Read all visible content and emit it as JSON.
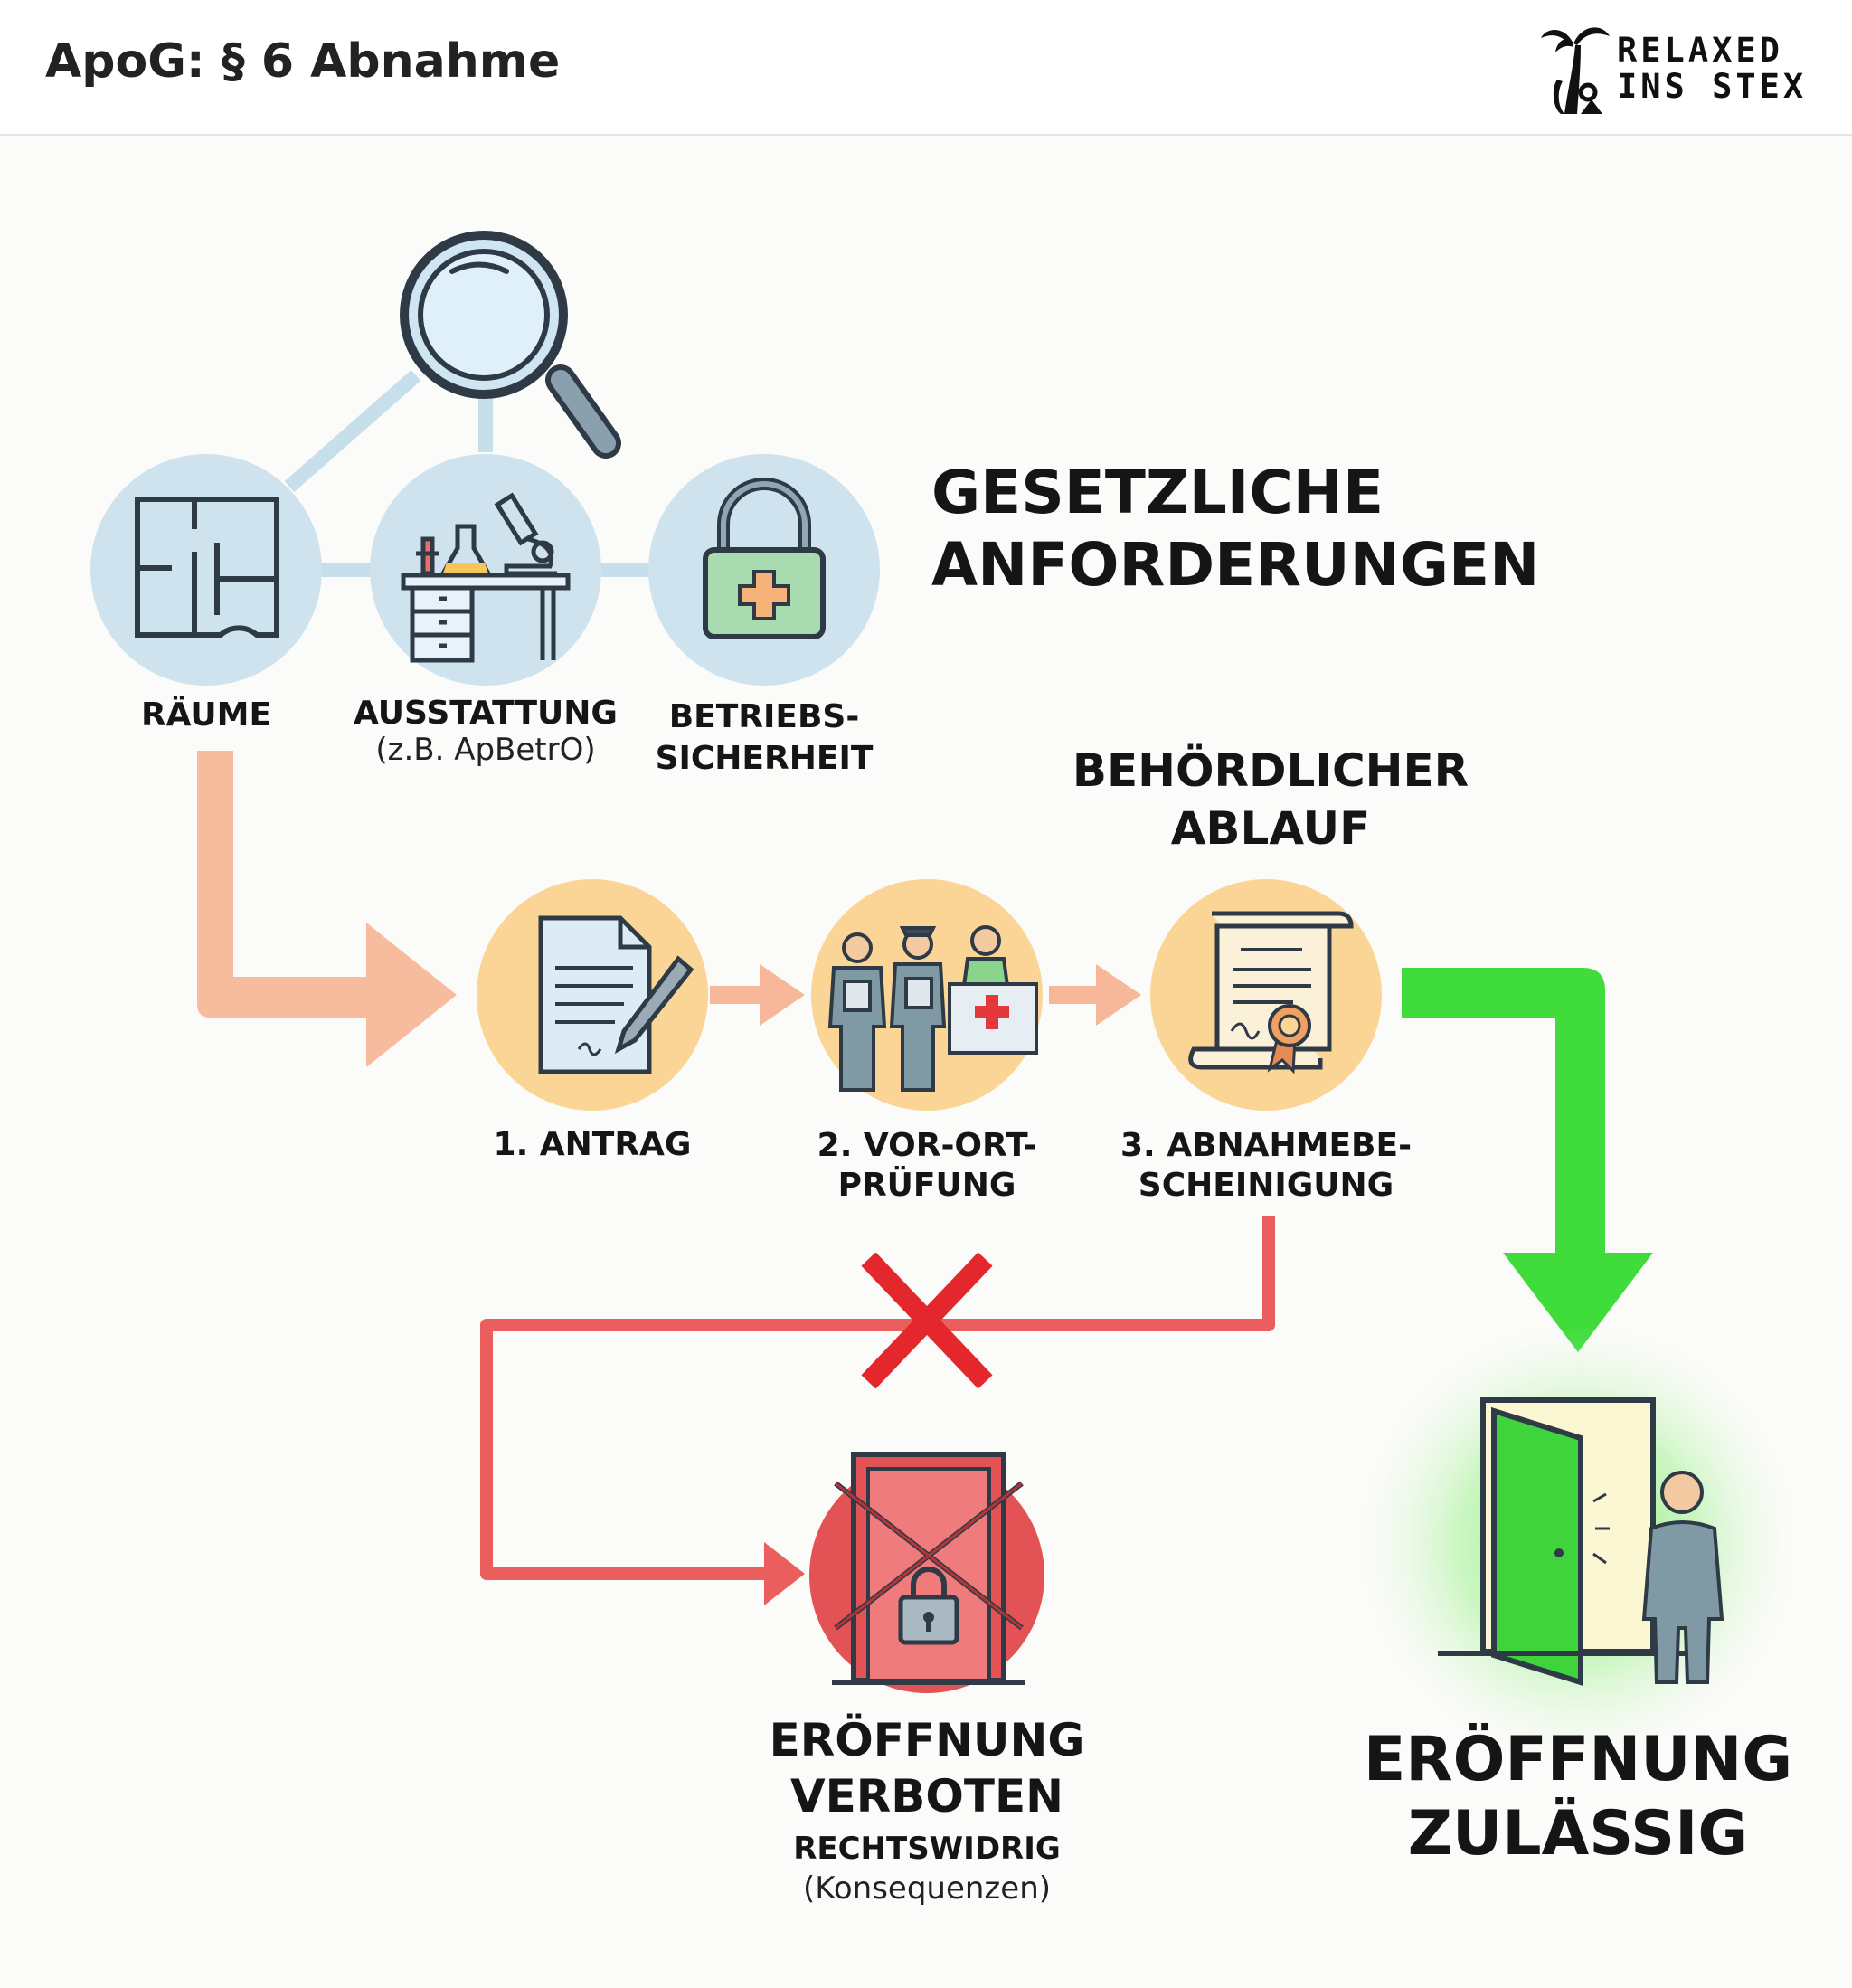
{
  "header": {
    "title": "ApoG: § 6 Abnahme",
    "brand_line1": "RELAXED",
    "brand_line2": "INS STEX"
  },
  "requirements": {
    "heading_line1": "GESETZLICHE",
    "heading_line2": "ANFORDERUNGEN",
    "items": [
      {
        "label": "RÄUME",
        "icon": "floor-plan-icon"
      },
      {
        "label": "AUSSTATTUNG",
        "sub": "(z.B. ApBetrO)",
        "icon": "lab-desk-icon"
      },
      {
        "label_line1": "BETRIEBS-",
        "label_line2": "SICHERHEIT",
        "icon": "padlock-medical-icon"
      }
    ],
    "top_icon": "magnifier-icon"
  },
  "process": {
    "heading_line1": "BEHÖRDLICHER",
    "heading_line2": "ABLAUF",
    "steps": [
      {
        "label": "1. ANTRAG",
        "icon": "document-pen-icon"
      },
      {
        "label_line1": "2. VOR-ORT-",
        "label_line2": "PRÜFUNG",
        "icon": "inspectors-icon"
      },
      {
        "label_line1": "3. ABNAHMEBE-",
        "label_line2": "SCHEINIGUNG",
        "icon": "certificate-icon"
      }
    ]
  },
  "outcomes": {
    "forbidden": {
      "line1": "ERÖFFNUNG",
      "line2": "VERBOTEN",
      "line3": "RECHTSWIDRIG",
      "line4": "(Konsequenzen)",
      "icon": "chained-door-icon"
    },
    "allowed": {
      "line1": "ERÖFFNUNG",
      "line2": "ZULÄSSIG",
      "icon": "open-door-icon"
    }
  },
  "colors": {
    "req_circle": "#cfe3ee",
    "step_circle": "#fbd596",
    "orange_arrow": "#f6b898",
    "green_arrow": "#3fdc3c",
    "red_path": "#ea5e5e",
    "red_circle": "#e35355",
    "outline": "#2e3a45"
  }
}
